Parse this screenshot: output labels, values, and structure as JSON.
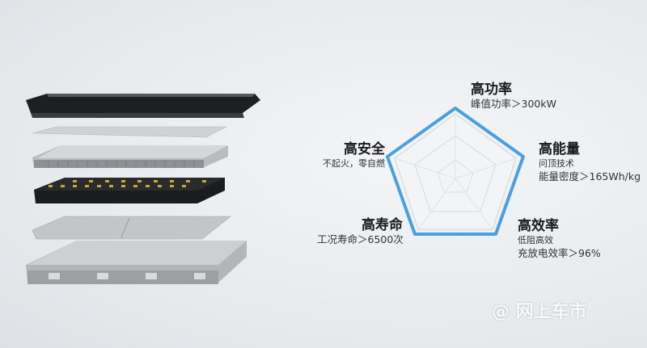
{
  "colors": {
    "background": "#e9ecef",
    "radar_outline": "#4a9fe0",
    "radar_grid": "#d0d4d8"
  },
  "features": [
    {
      "title": "高功率",
      "lines": [
        "峰值功率＞300kW"
      ]
    },
    {
      "title": "高能量",
      "lines": [
        "问顶技术",
        "能量密度＞165Wh/kg"
      ]
    },
    {
      "title": "高效率",
      "lines": [
        "低阻高效",
        "充放电效率＞96%"
      ]
    },
    {
      "title": "高寿命",
      "lines": [
        "工况寿命＞6500次"
      ]
    },
    {
      "title": "高安全",
      "lines": [
        "不起火，零自燃"
      ]
    }
  ],
  "watermark": {
    "at": "@",
    "text": "网上车市"
  }
}
